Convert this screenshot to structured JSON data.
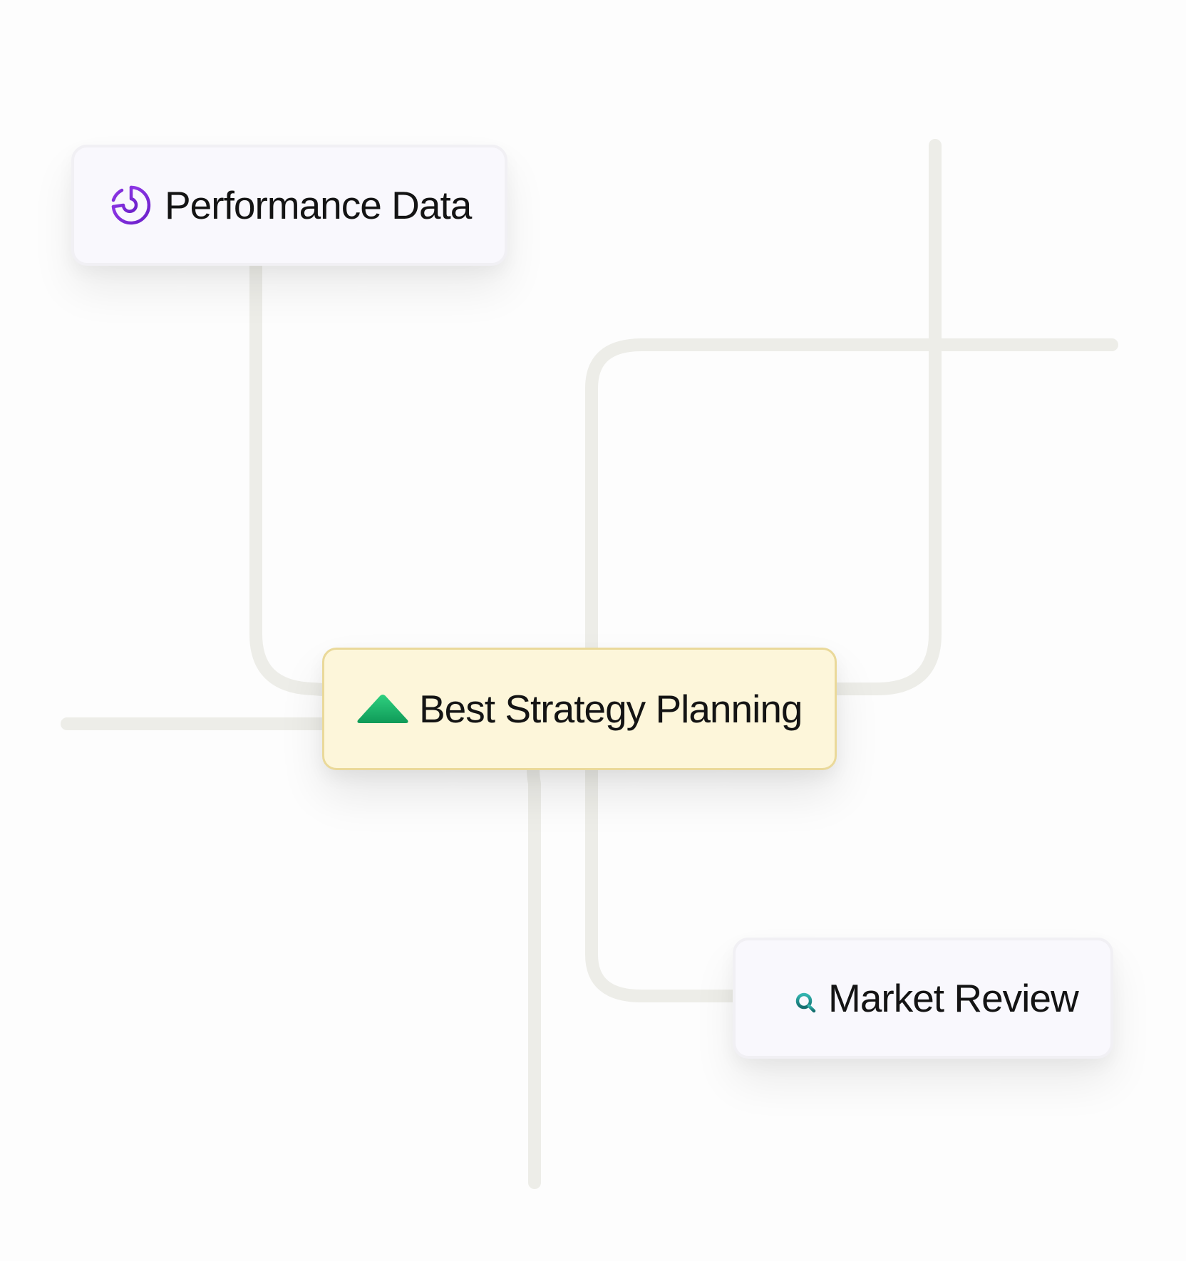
{
  "diagram": {
    "nodes": {
      "performance": {
        "label": "Performance Data",
        "icon": "pie-chart-icon",
        "icon_color": "#8a2be2"
      },
      "strategy": {
        "label": "Best Strategy Planning",
        "icon": "triangle-up-icon",
        "icon_color": "#17b26a"
      },
      "market": {
        "label": "Market Review",
        "icon": "list-search-icon",
        "icon_color": "#1f8a8a"
      }
    },
    "colors": {
      "background": "#fdfdfd",
      "connector": "#ededE8",
      "highlight_fill": "#fdf6da",
      "highlight_border": "#ead99a"
    }
  }
}
